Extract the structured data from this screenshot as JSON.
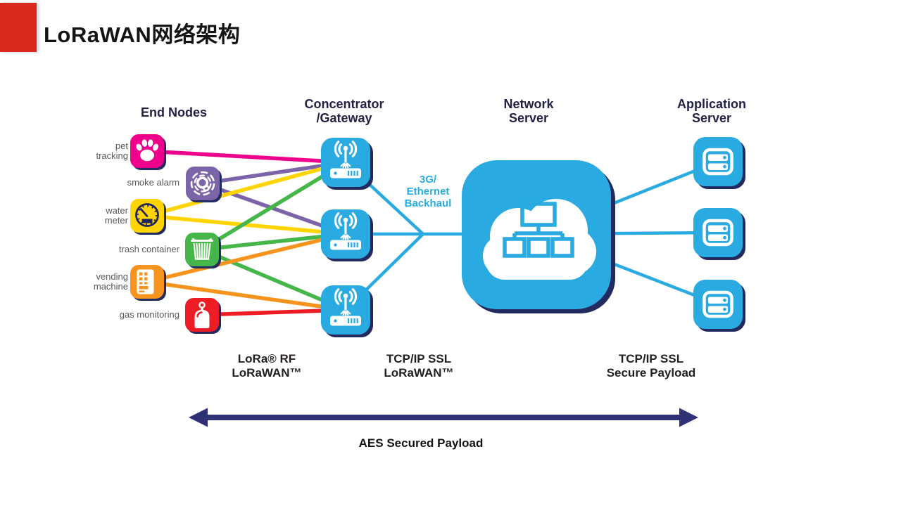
{
  "slide": {
    "title": "LoRaWAN网络架构"
  },
  "headers": {
    "end_nodes": "End Nodes",
    "gateway_line1": "Concentrator",
    "gateway_line2": "/Gateway",
    "network_line1": "Network",
    "network_line2": "Server",
    "application_line1": "Application",
    "application_line2": "Server"
  },
  "end_nodes": [
    {
      "line1": "pet",
      "line2": "tracking",
      "color": "#ec008c",
      "icon": "paw-icon"
    },
    {
      "line1": "smoke alarm",
      "color": "#7c64a8",
      "icon": "smoke-detector-icon"
    },
    {
      "line1": "water",
      "line2": "meter",
      "color": "#ffd400",
      "icon": "gauge-icon"
    },
    {
      "line1": "trash container",
      "color": "#45b649",
      "icon": "trash-can-icon"
    },
    {
      "line1": "vending",
      "line2": "machine",
      "color": "#f7941e",
      "icon": "vending-machine-icon"
    },
    {
      "line1": "gas monitoring",
      "color": "#ee1c25",
      "icon": "gas-tank-icon"
    }
  ],
  "backhaul": {
    "line1": "3G/",
    "line2": "Ethernet",
    "line3": "Backhaul"
  },
  "protocol_labels": {
    "lora_line1": "LoRa® RF",
    "lora_line2": "LoRaWAN™",
    "tcp_gw_line1": "TCP/IP SSL",
    "tcp_gw_line2": "LoRaWAN™",
    "tcp_app_line1": "TCP/IP SSL",
    "tcp_app_line2": "Secure Payload"
  },
  "aes_label": "AES Secured Payload",
  "connections": [
    {
      "from": "pet tracking",
      "to": "gateway-1"
    },
    {
      "from": "smoke alarm",
      "to": "gateway-1"
    },
    {
      "from": "smoke alarm",
      "to": "gateway-2"
    },
    {
      "from": "water meter",
      "to": "gateway-1"
    },
    {
      "from": "water meter",
      "to": "gateway-2"
    },
    {
      "from": "trash container",
      "to": "gateway-1"
    },
    {
      "from": "trash container",
      "to": "gateway-2"
    },
    {
      "from": "trash container",
      "to": "gateway-3"
    },
    {
      "from": "vending machine",
      "to": "gateway-2"
    },
    {
      "from": "vending machine",
      "to": "gateway-3"
    },
    {
      "from": "gas monitoring",
      "to": "gateway-3"
    },
    {
      "from": "gateway-1",
      "to": "network-server"
    },
    {
      "from": "gateway-2",
      "to": "network-server"
    },
    {
      "from": "gateway-3",
      "to": "network-server"
    },
    {
      "from": "network-server",
      "to": "application-server-1"
    },
    {
      "from": "network-server",
      "to": "application-server-2"
    },
    {
      "from": "network-server",
      "to": "application-server-3"
    }
  ],
  "colors": {
    "accent_red": "#d9291c",
    "blue": "#29abe2",
    "shadow_navy": "#232a60",
    "header_text": "#232144",
    "node_label_gray": "#58595b",
    "arrow_navy": "#2e3175",
    "pink": "#ec008c",
    "purple": "#7c64a8",
    "yellow": "#ffd400",
    "green": "#45b649",
    "orange": "#f7941e",
    "red": "#ee1c25"
  }
}
